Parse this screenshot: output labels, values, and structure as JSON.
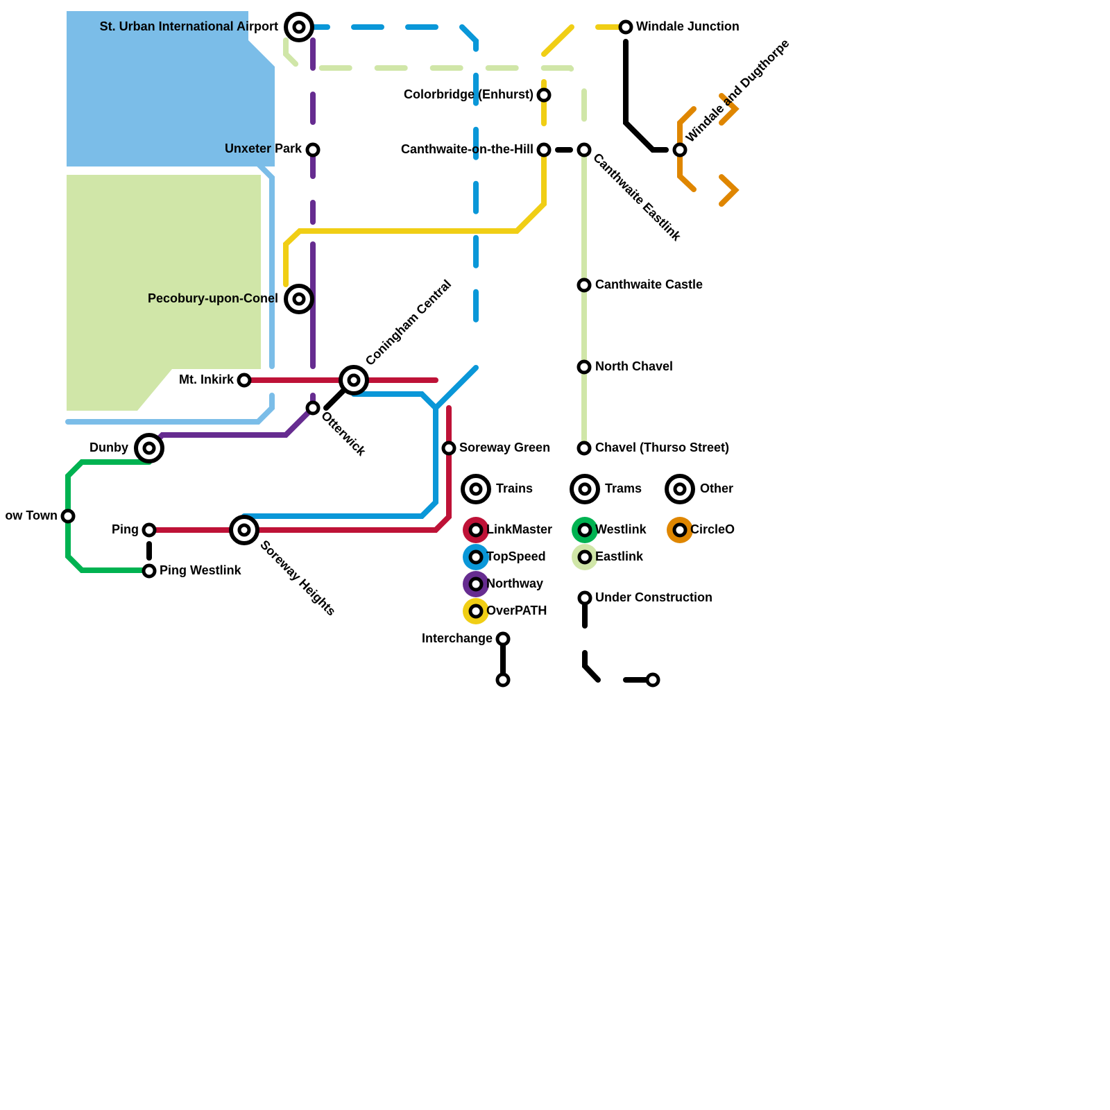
{
  "map": {
    "title": "Transit network map",
    "areas": [
      {
        "name": "water-area",
        "color": "#7BBDE8"
      },
      {
        "name": "park-area",
        "color": "#D0E6A8"
      }
    ],
    "lines": [
      {
        "id": "linkmaster",
        "name": "LinkMaster",
        "color": "#BE1237",
        "mode": "Trains"
      },
      {
        "id": "topspeed",
        "name": "TopSpeed",
        "color": "#0A97D8",
        "mode": "Trains"
      },
      {
        "id": "northway",
        "name": "Northway",
        "color": "#662C90",
        "mode": "Trains"
      },
      {
        "id": "overpath",
        "name": "OverPATH",
        "color": "#F0CE15",
        "mode": "Trains"
      },
      {
        "id": "westlink",
        "name": "Westlink",
        "color": "#00B251",
        "mode": "Trams"
      },
      {
        "id": "eastlink",
        "name": "Eastlink",
        "color": "#D0E6A8",
        "mode": "Trams"
      },
      {
        "id": "circleo",
        "name": "CircleO",
        "color": "#DF8600",
        "mode": "Other"
      },
      {
        "id": "lightblue",
        "name": "",
        "color": "#7BBDE8",
        "mode": ""
      }
    ],
    "stations": [
      {
        "id": "st-urban",
        "label": "St. Urban International Airport",
        "interchange": true
      },
      {
        "id": "unxeter",
        "label": "Unxeter Park",
        "interchange": false
      },
      {
        "id": "pecobury",
        "label": "Pecobury-upon-Conel",
        "interchange": true
      },
      {
        "id": "mt-inkirk",
        "label": "Mt. Inkirk",
        "interchange": false
      },
      {
        "id": "coningham",
        "label": "Coningham Central",
        "interchange": true
      },
      {
        "id": "otterwick",
        "label": "Otterwick",
        "interchange": false
      },
      {
        "id": "dunby",
        "label": "Dunby",
        "interchange": true
      },
      {
        "id": "ow-town",
        "label": "ow Town",
        "interchange": false
      },
      {
        "id": "ping",
        "label": "Ping",
        "interchange": false
      },
      {
        "id": "ping-westlink",
        "label": "Ping Westlink",
        "interchange": false
      },
      {
        "id": "soreway-heights",
        "label": "Soreway Heights",
        "interchange": true
      },
      {
        "id": "soreway-green",
        "label": "Soreway Green",
        "interchange": false
      },
      {
        "id": "colorbridge",
        "label": "Colorbridge (Enhurst)",
        "interchange": false
      },
      {
        "id": "canthwaite-hill",
        "label": "Canthwaite-on-the-Hill",
        "interchange": false
      },
      {
        "id": "canthwaite-eastlink",
        "label": "Canthwaite Eastlink",
        "interchange": false
      },
      {
        "id": "canthwaite-castle",
        "label": "Canthwaite Castle",
        "interchange": false
      },
      {
        "id": "north-chavel",
        "label": "North Chavel",
        "interchange": false
      },
      {
        "id": "chavel-thurso",
        "label": "Chavel (Thurso Street)",
        "interchange": false
      },
      {
        "id": "windale-junction",
        "label": "Windale Junction",
        "interchange": false
      },
      {
        "id": "windale-dugthorpe",
        "label": "Windale and Dugthorpe",
        "interchange": false
      }
    ],
    "legend": {
      "modes": [
        {
          "label": "Trains"
        },
        {
          "label": "Trams"
        },
        {
          "label": "Other"
        }
      ],
      "line_items": [
        {
          "label": "LinkMaster",
          "color": "#BE1237"
        },
        {
          "label": "TopSpeed",
          "color": "#0A97D8"
        },
        {
          "label": "Northway",
          "color": "#662C90"
        },
        {
          "label": "OverPATH",
          "color": "#F0CE15"
        },
        {
          "label": "Westlink",
          "color": "#00B251"
        },
        {
          "label": "Eastlink",
          "color": "#D0E6A8"
        },
        {
          "label": "CircleO",
          "color": "#DF8600"
        }
      ],
      "under_construction": "Under Construction",
      "interchange": "Interchange"
    }
  }
}
